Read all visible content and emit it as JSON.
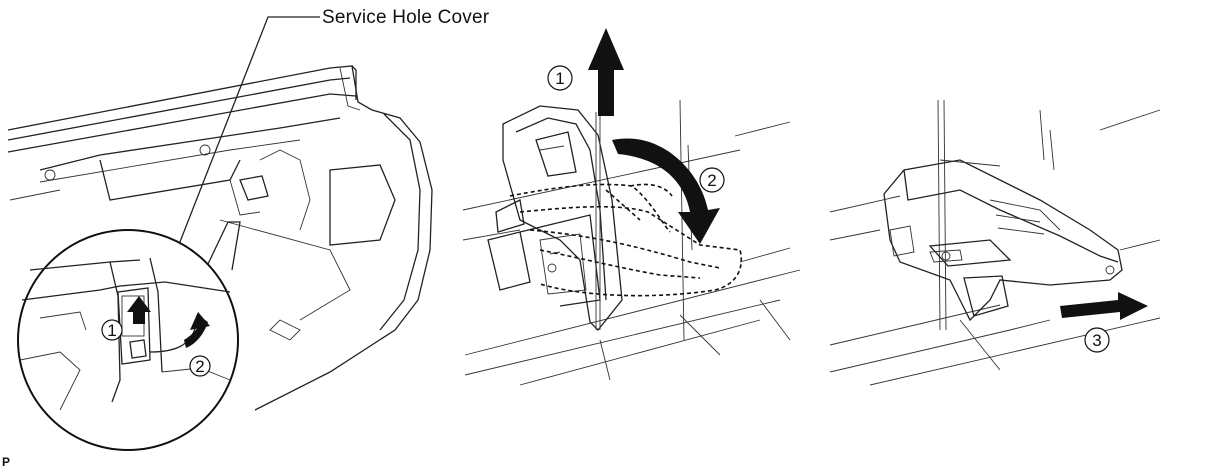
{
  "callout": {
    "label": "Service Hole Cover"
  },
  "steps": {
    "panel1": [
      "1",
      "2"
    ],
    "panel2": [
      "1",
      "2"
    ],
    "panel3": [
      "3"
    ]
  },
  "page_mark": "P"
}
